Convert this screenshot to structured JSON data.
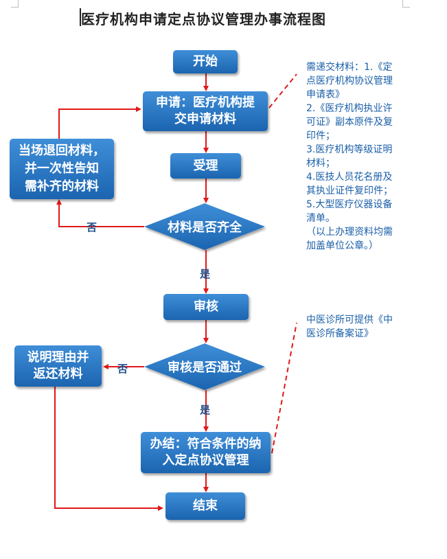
{
  "title": "医疗机构申请定点协议管理办事流程图",
  "nodes": {
    "start": "开始",
    "apply_line1": "申请：医疗机构提",
    "apply_line2": "交申请材料",
    "accept": "受理",
    "check_complete": "材料是否齐全",
    "return_line1": "当场退回材料，",
    "return_line2": "并一次性告知",
    "return_line3": "需补齐的材料",
    "review": "审核",
    "review_pass": "审核是否通过",
    "explain_line1": "说明理由并",
    "explain_line2": "返还材料",
    "finish_line1": "办结：符合条件的纳",
    "finish_line2": "入定点协议管理",
    "end": "结束"
  },
  "edge_labels": {
    "no_1": "否",
    "yes_1": "是",
    "no_2": "否",
    "yes_2": "是"
  },
  "notes": {
    "materials": [
      "需递交材料：1.《定",
      "点医疗机构协议管理",
      "申请表》",
      "2.《医疗机构执业许",
      "可证》副本原件及复",
      "印件；",
      "3.医疗机构等级证明",
      "材料；",
      "4.医技人员花名册及",
      "其执业证件复印件；",
      "5.大型医疗仪器设备",
      "清单。",
      "（以上办理资料均需",
      "加盖单位公章。）"
    ],
    "tcm": [
      "中医诊所可提供《中",
      "医诊所备案证》"
    ]
  },
  "colors": {
    "node_fill": "#2a78c8",
    "arrow": "#e01818",
    "note_text": "#1a5fa8"
  }
}
